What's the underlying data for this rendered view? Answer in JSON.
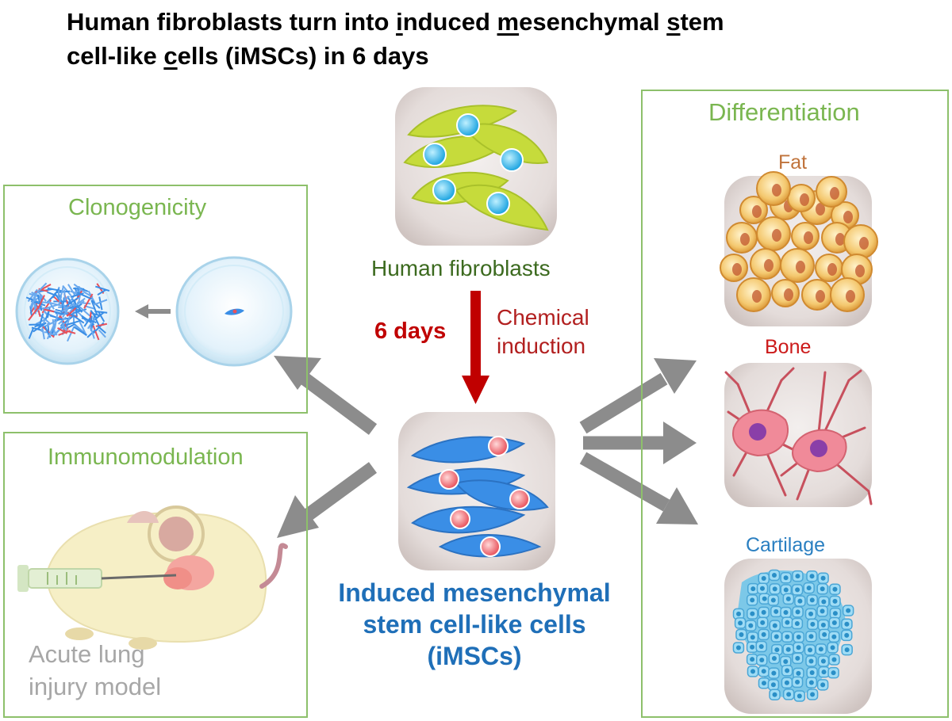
{
  "title": {
    "line1_parts": [
      "Human fibroblasts turn into ",
      "i",
      "nduced ",
      "m",
      "esenchymal ",
      "s",
      "tem"
    ],
    "line2_parts": [
      "cell-like ",
      "c",
      "ells (iMSCs) in 6 days"
    ]
  },
  "center": {
    "source_label": "Human fibroblasts",
    "duration_label": "6 days",
    "method_line1": "Chemical",
    "method_line2": "induction",
    "product_line1": "Induced mesenchymal",
    "product_line2": "stem cell-like cells",
    "product_line3": "(iMSCs)"
  },
  "clonogenicity": {
    "heading": "Clonogenicity"
  },
  "immunomodulation": {
    "heading": "Immunomodulation",
    "model_line1": "Acute lung",
    "model_line2": "injury model"
  },
  "differentiation": {
    "heading": "Differentiation",
    "fat": "Fat",
    "bone": "Bone",
    "cartilage": "Cartilage"
  },
  "colors": {
    "panel_border": "#8dc06b",
    "heading_green": "#7ab650",
    "fibroblast_green": "#c6db3b",
    "imsc_blue": "#3a8ee6",
    "induction_red": "#c00000",
    "arrow_gray": "#8c8c8c",
    "fat_orange": "#c0733b",
    "bone_red": "#cc1a1a",
    "cartilage_blue": "#2a7fc1",
    "model_gray": "#a7a7a7"
  }
}
